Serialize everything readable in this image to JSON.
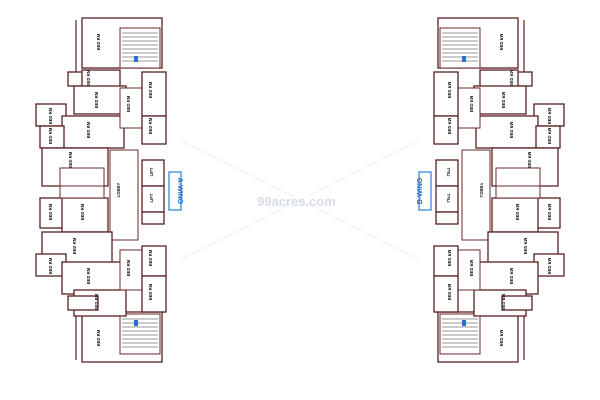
{
  "wings": [
    {
      "id": "A",
      "label": "A-WING",
      "room_label": "BED RM",
      "lift_label": "LIFT",
      "lobby_label": "LOBBY"
    },
    {
      "id": "B",
      "label": "B-WING",
      "room_label": "BED RM",
      "lift_label": "LIFT",
      "lobby_label": "LOBBY"
    }
  ],
  "watermark": "99acres.com",
  "colors": {
    "wall": "#5a1f1f",
    "wing_label": "#1f6fc9",
    "door": "#2b6fd0"
  }
}
